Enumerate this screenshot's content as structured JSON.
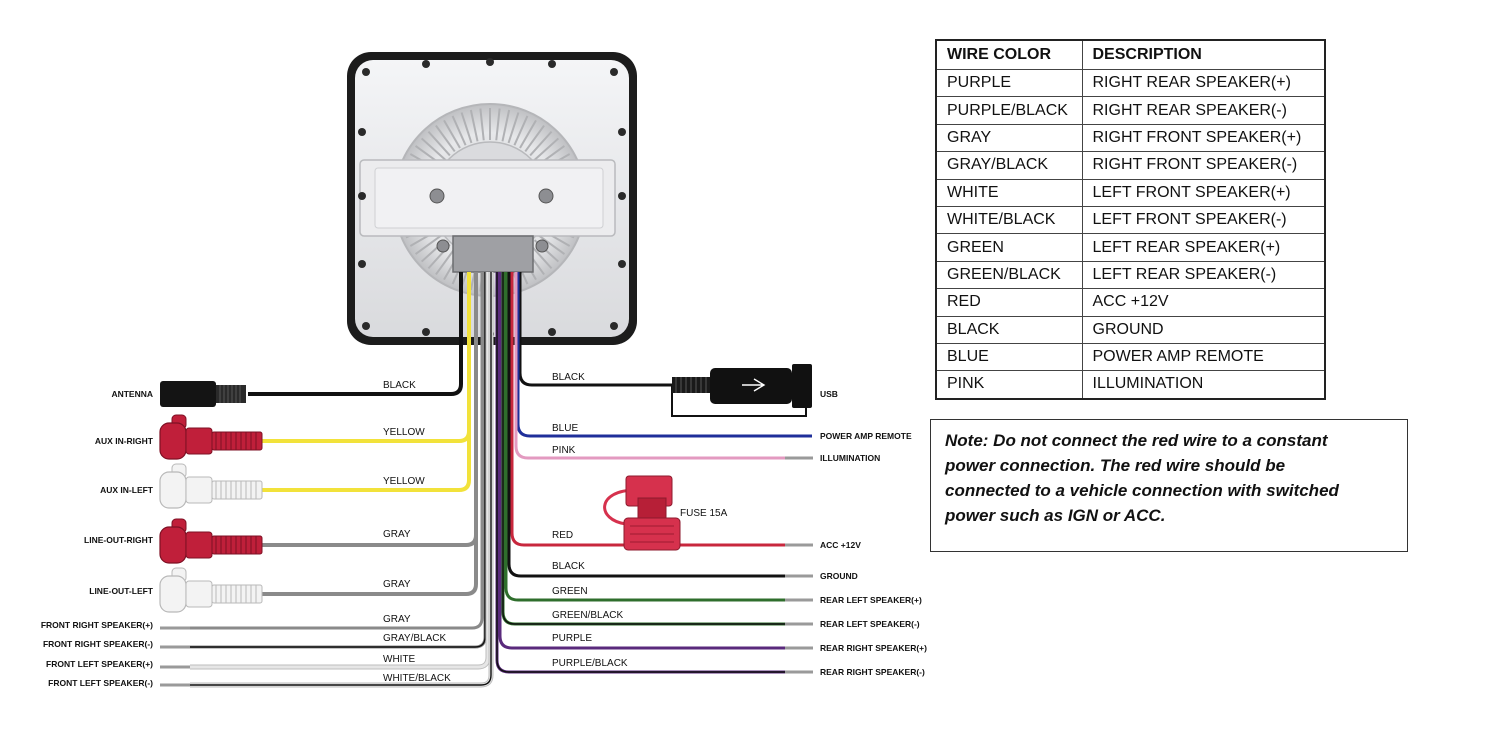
{
  "table": {
    "headers": [
      "WIRE COLOR",
      "DESCRIPTION"
    ],
    "rows": [
      [
        "PURPLE",
        "RIGHT REAR SPEAKER(+)"
      ],
      [
        "PURPLE/BLACK",
        "RIGHT REAR SPEAKER(-)"
      ],
      [
        "GRAY",
        "RIGHT FRONT SPEAKER(+)"
      ],
      [
        "GRAY/BLACK",
        "RIGHT FRONT SPEAKER(-)"
      ],
      [
        "WHITE",
        "LEFT FRONT SPEAKER(+)"
      ],
      [
        "WHITE/BLACK",
        "LEFT FRONT SPEAKER(-)"
      ],
      [
        "GREEN",
        "LEFT REAR SPEAKER(+)"
      ],
      [
        "GREEN/BLACK",
        "LEFT REAR SPEAKER(-)"
      ],
      [
        "RED",
        "ACC +12V"
      ],
      [
        "BLACK",
        "GROUND"
      ],
      [
        "BLUE",
        "POWER AMP REMOTE"
      ],
      [
        "PINK",
        "ILLUMINATION"
      ]
    ]
  },
  "note": {
    "lines": [
      "Note: Do not connect the red wire to a constant",
      "power connection. The red wire should be",
      "connected to a vehicle connection with switched",
      "power such as IGN or ACC."
    ]
  },
  "left_wires": [
    {
      "end": "ANTENNA",
      "label": "BLACK",
      "color": "#111111",
      "connector": "antenna"
    },
    {
      "end": "AUX IN-RIGHT",
      "label": "YELLOW",
      "color": "#f2e23a",
      "connector": "rca-red"
    },
    {
      "end": "AUX IN-LEFT",
      "label": "YELLOW",
      "color": "#f2e23a",
      "connector": "rca-white"
    },
    {
      "end": "LINE-OUT-RIGHT",
      "label": "GRAY",
      "color": "#8a8a8a",
      "connector": "rca-red"
    },
    {
      "end": "LINE-OUT-LEFT",
      "label": "GRAY",
      "color": "#8a8a8a",
      "connector": "rca-white"
    },
    {
      "end": "FRONT RIGHT SPEAKER(+)",
      "label": "GRAY",
      "color": "#8a8a8a",
      "connector": "wire"
    },
    {
      "end": "FRONT RIGHT SPEAKER(-)",
      "label": "GRAY/BLACK",
      "color": "#8a8a8a",
      "stripe": "#111111",
      "connector": "wire"
    },
    {
      "end": "FRONT LEFT SPEAKER(+)",
      "label": "WHITE",
      "color": "#e6e6e6",
      "connector": "wire"
    },
    {
      "end": "FRONT LEFT SPEAKER(-)",
      "label": "WHITE/BLACK",
      "color": "#e6e6e6",
      "stripe": "#111111",
      "connector": "wire"
    }
  ],
  "right_wires": [
    {
      "end": "USB",
      "label": "BLACK",
      "color": "#111111",
      "connector": "usb"
    },
    {
      "end": "POWER AMP REMOTE",
      "label": "BLUE",
      "color": "#1f2f9a",
      "connector": "wire"
    },
    {
      "end": "ILLUMINATION",
      "label": "PINK",
      "color": "#e39ac0",
      "connector": "wire"
    },
    {
      "end": "ACC +12V",
      "label": "RED",
      "color": "#c8273d",
      "connector": "fuse"
    },
    {
      "end": "GROUND",
      "label": "BLACK",
      "color": "#111111",
      "connector": "wire"
    },
    {
      "end": "REAR LEFT SPEAKER(+)",
      "label": "GREEN",
      "color": "#2f6e2c",
      "connector": "wire"
    },
    {
      "end": "REAR LEFT SPEAKER(-)",
      "label": "GREEN/BLACK",
      "color": "#2f6e2c",
      "stripe": "#111111",
      "connector": "wire"
    },
    {
      "end": "REAR RIGHT SPEAKER(+)",
      "label": "PURPLE",
      "color": "#5a2a7c",
      "connector": "wire"
    },
    {
      "end": "REAR RIGHT SPEAKER(-)",
      "label": "PURPLE/BLACK",
      "color": "#5a2a7c",
      "stripe": "#111111",
      "connector": "wire"
    }
  ],
  "fuse_label": "FUSE 15A",
  "colors": {
    "fuse": "#d6314d",
    "rca_red": "#c01f3a",
    "rca_white": "#f3f3f3",
    "unit_frame": "#1c1c1c",
    "unit_face": "#e9eaec"
  }
}
